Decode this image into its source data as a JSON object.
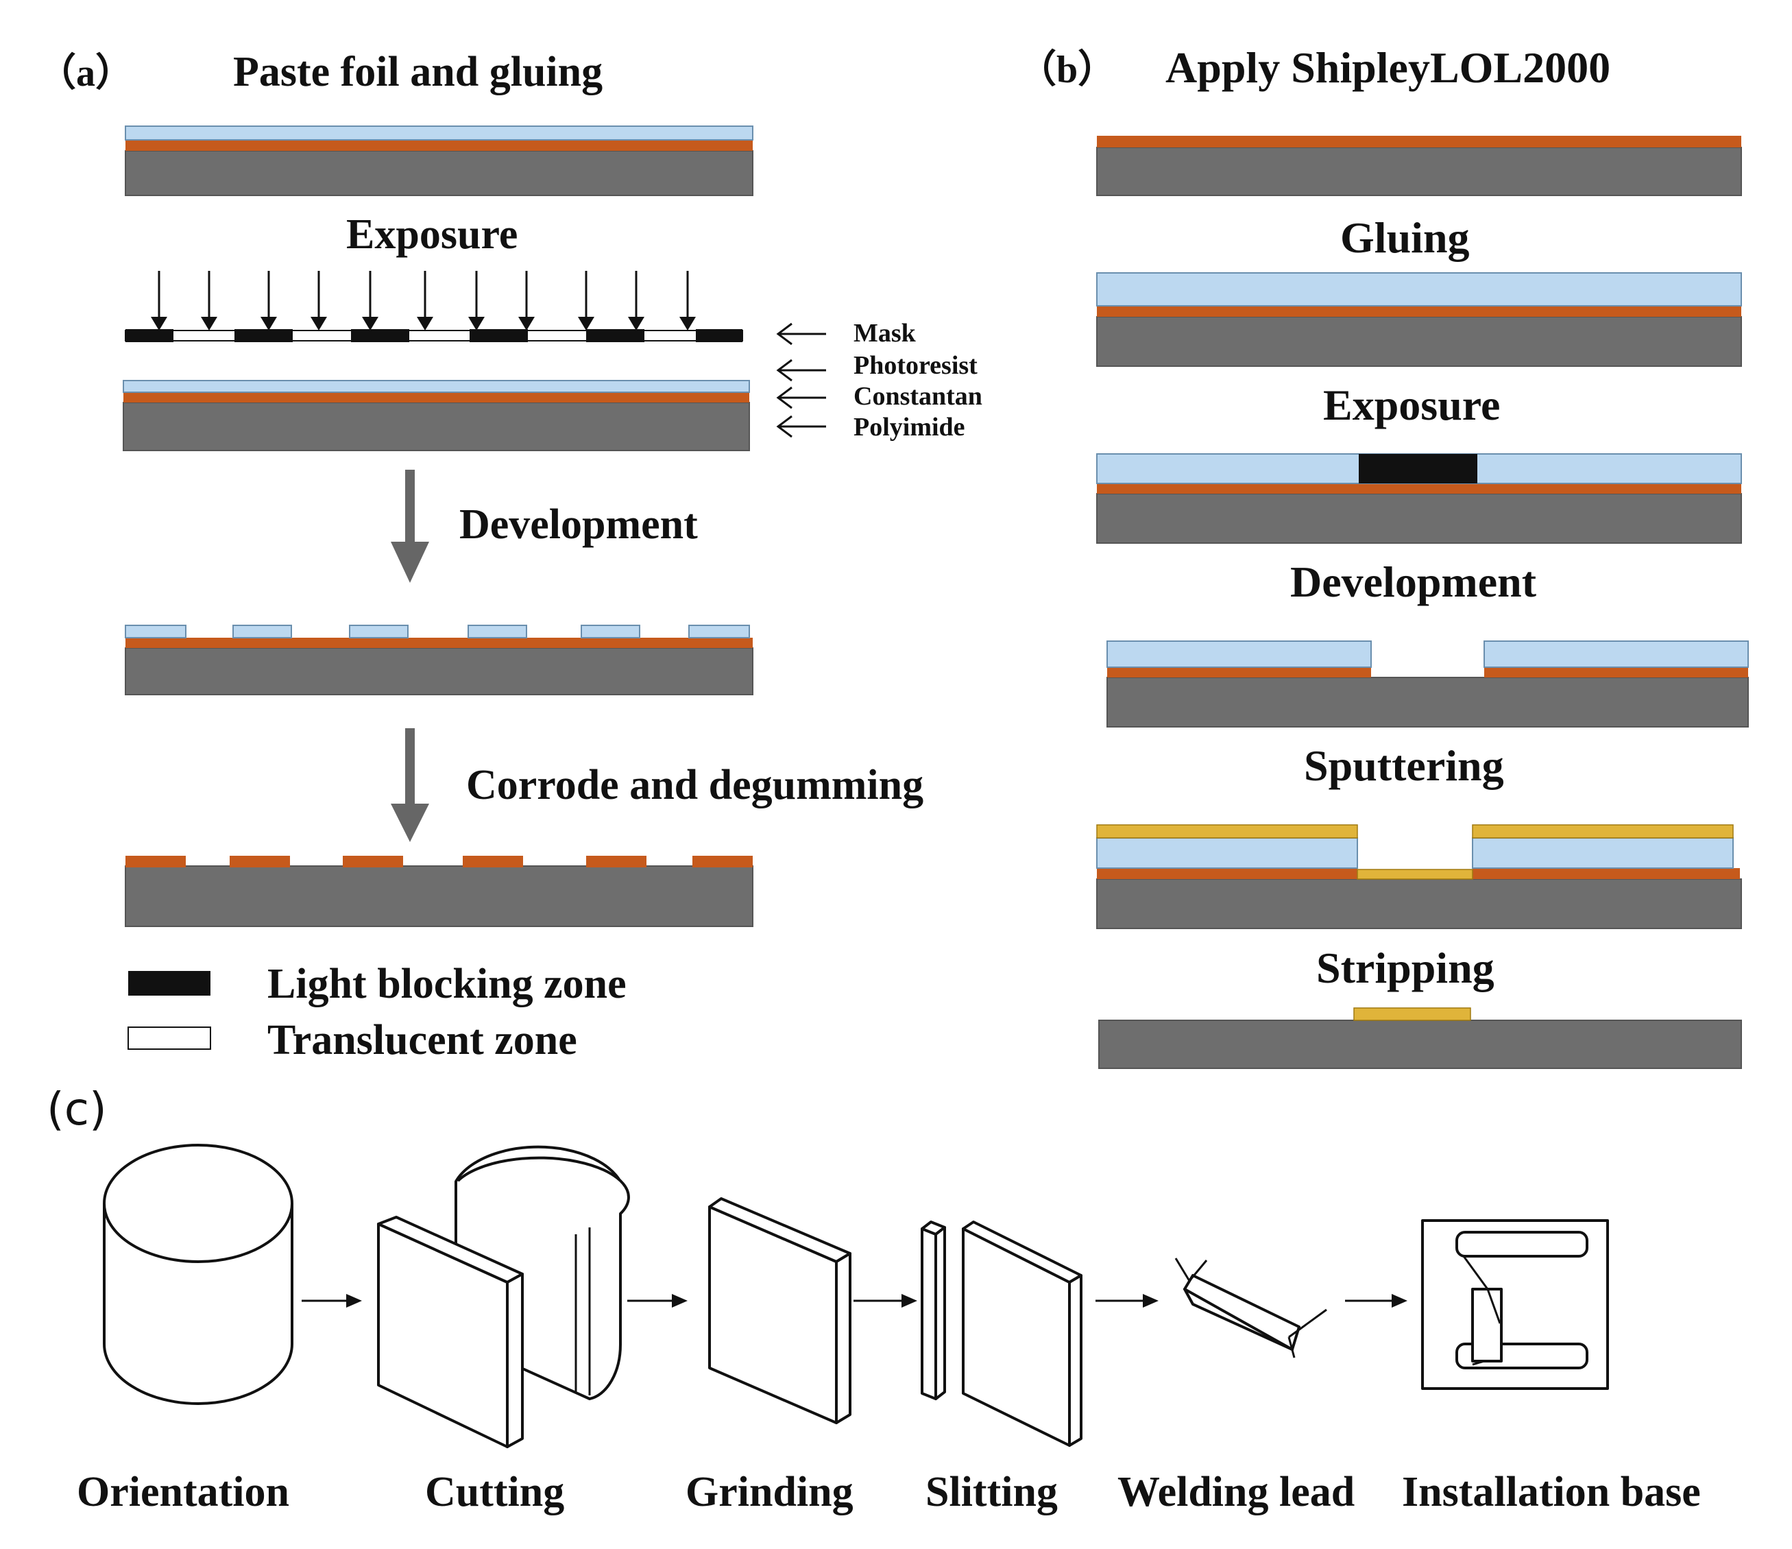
{
  "panel_a": {
    "label": "（a）",
    "title": "Paste foil and gluing",
    "exposure": "Exposure",
    "development": "Development",
    "corrode": "Corrode and degumming",
    "layer_labels": [
      "Mask",
      "Photoresist",
      "Constantan",
      "Polyimide"
    ],
    "legend": [
      "Light blocking zone",
      "Translucent zone"
    ]
  },
  "panel_b": {
    "label": "（b）",
    "title": "Apply ShipleyLOL2000",
    "steps": [
      "Gluing",
      "Exposure",
      "Development",
      "Sputtering",
      "Stripping"
    ]
  },
  "panel_c": {
    "label": "(c)",
    "steps": [
      "Orientation",
      "Cutting",
      "Grinding",
      "Slitting",
      "Welding lead",
      "Installation base"
    ]
  },
  "colors": {
    "polyimide": "#6e6e6e",
    "constantan": "#c65a1c",
    "photoresist": "#bcd8f0",
    "gold": "#e0b43a",
    "mask_block": "#111111"
  }
}
